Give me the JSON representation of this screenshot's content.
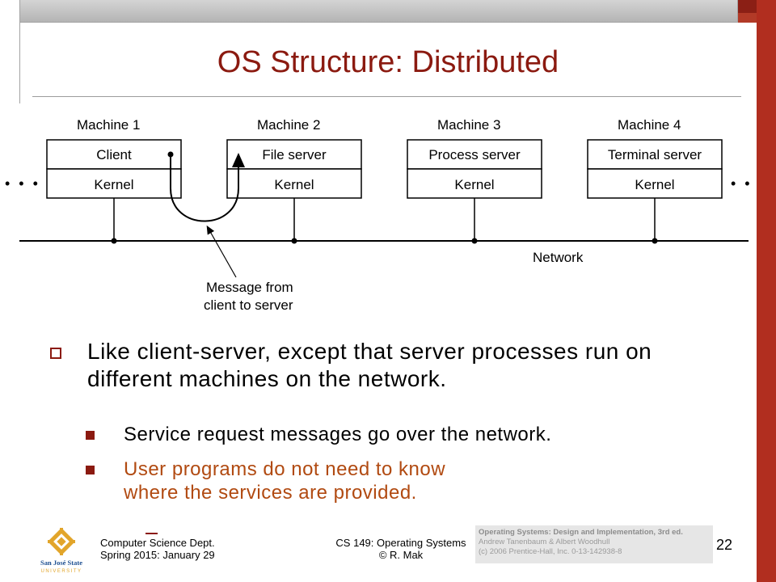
{
  "slide": {
    "title": "OS Structure: Distributed",
    "page_number": "22"
  },
  "diagram": {
    "ellipsis_left": "• • •",
    "ellipsis_right": "• • •",
    "machines": [
      {
        "heading": "Machine 1",
        "service": "Client",
        "kernel": "Kernel"
      },
      {
        "heading": "Machine 2",
        "service": "File server",
        "kernel": "Kernel"
      },
      {
        "heading": "Machine 3",
        "service": "Process server",
        "kernel": "Kernel"
      },
      {
        "heading": "Machine 4",
        "service": "Terminal server",
        "kernel": "Kernel"
      }
    ],
    "network_label": "Network",
    "message_label_line1": "Message from",
    "message_label_line2": "client to server"
  },
  "bullets": {
    "main_text": "Like client-server, except that server processes run on different machines on the network.",
    "sub_1": "Service request messages go over the network.",
    "sub_2_line1": "User programs do not need to know",
    "sub_2_line2": "where the services are provided."
  },
  "footer": {
    "dept_line1": "Computer Science Dept.",
    "dept_line2": "Spring 2015: January 29",
    "course_line1": "CS 149: Operating Systems",
    "course_line2": "© R. Mak",
    "logo_text_line1": "San José State",
    "logo_text_line2": "UNIVERSITY",
    "credit_line1": "Operating Systems: Design and Implementation, 3rd ed.",
    "credit_line2": "Andrew Tanenbaum & Albert Woodhull",
    "credit_line3": "(c) 2006 Prentice-Hall, Inc. 0-13-142938-8"
  },
  "colors": {
    "accent": "#8b1a10",
    "secondary_text": "#b14a11",
    "logo_gold": "#e2a52a",
    "logo_blue": "#1d4f91"
  }
}
